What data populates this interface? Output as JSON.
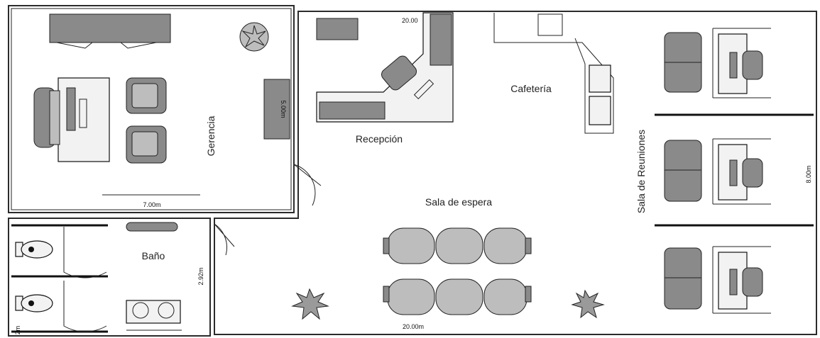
{
  "rooms": {
    "gerencia": "Gerencia",
    "recepcion": "Recepción",
    "cafeteria": "Cafetería",
    "sala_espera": "Sala de espera",
    "sala_reuniones": "Sala de Reuniones",
    "bano": "Baño"
  },
  "dimensions": {
    "gerencia_width": "7.00m",
    "gerencia_cabinet": "5.00m",
    "recepcion_top": "20.00",
    "bottom_width": "20.00m",
    "reuniones_height": "8.00m",
    "bano_height": "2.92m",
    "bano_corner": "2m"
  },
  "colors": {
    "wall": "#2b2b2b",
    "furniture": "#8a8a8a",
    "desk": "#f2f2f2"
  }
}
